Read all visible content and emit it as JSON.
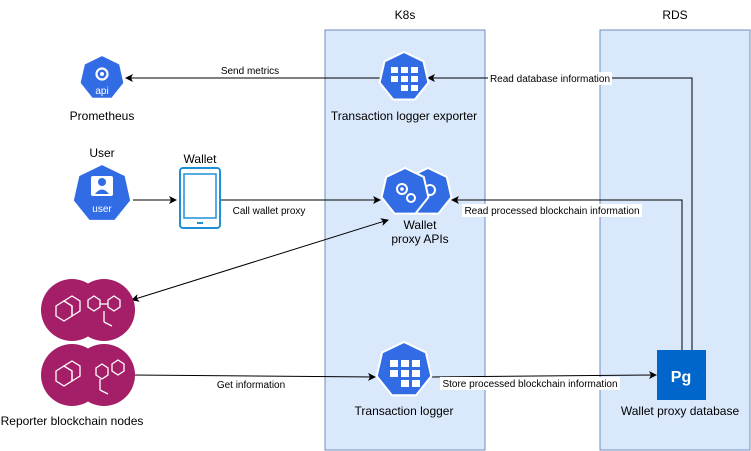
{
  "zones": {
    "k8s": "K8s",
    "rds": "RDS"
  },
  "nodes": {
    "prometheus": {
      "label": "Prometheus",
      "badge": "api"
    },
    "user": {
      "title": "User",
      "badge": "user"
    },
    "wallet": {
      "title": "Wallet"
    },
    "exporter": {
      "label": "Transaction logger exporter"
    },
    "proxy_apis": {
      "label_line1": "Wallet",
      "label_line2": "proxy APIs"
    },
    "reporter": {
      "label": "Reporter blockchain nodes"
    },
    "tx_logger": {
      "label": "Transaction logger"
    },
    "database": {
      "label": "Wallet proxy database",
      "badge": "Pg"
    }
  },
  "edges": {
    "send_metrics": "Send metrics",
    "read_db_info": "Read database information",
    "call_wallet_proxy": "Call wallet proxy",
    "read_processed": "Read processed blockchain information",
    "get_information": "Get information",
    "store_processed": "Store processed blockchain information"
  },
  "colors": {
    "zone_fill": "#dae8fc",
    "zone_stroke": "#6c8ebf",
    "k8s_blue": "#326ce5",
    "node_magenta": "#a41e68",
    "pg_blue": "#0066cc"
  }
}
